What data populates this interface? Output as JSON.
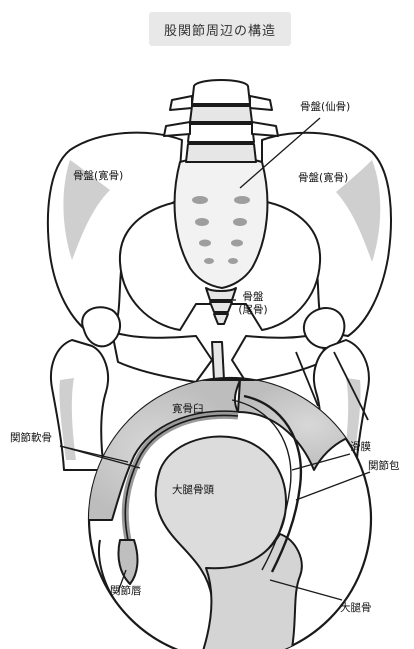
{
  "title": "股関節周辺の構造",
  "labels": {
    "sacrum": "骨盤(仙骨)",
    "ilium_left": "骨盤(寛骨)",
    "ilium_right": "骨盤(寛骨)",
    "coccyx_line1": "骨盤",
    "coccyx_line2": "(尾骨)",
    "acetabulum": "寛骨臼",
    "articular_cartilage": "関節軟骨",
    "synovium": "滑膜",
    "joint_capsule": "関節包",
    "femoral_head": "大腿骨頭",
    "labrum": "関節唇",
    "femur": "大腿骨"
  },
  "colors": {
    "line": "#1a1a1a",
    "bone_fill": "#ffffff",
    "shade": "#c9c9c9",
    "title_bg": "#e8e8e8"
  }
}
